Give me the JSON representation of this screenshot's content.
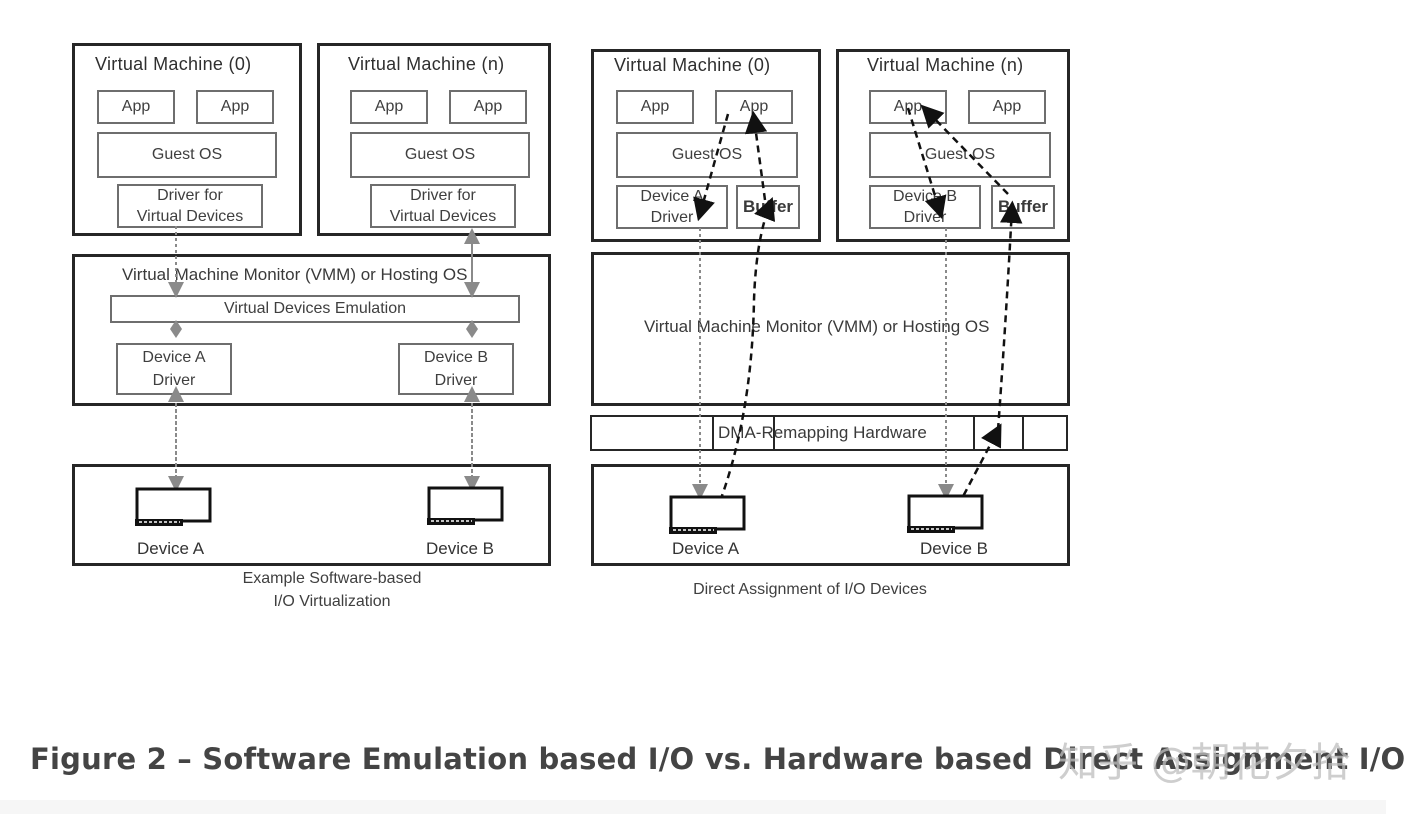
{
  "colors": {
    "border": "#262626",
    "inner_border": "#6e6e6e",
    "arrow_gray": "#8a8a8a",
    "arrow_dashed": "#111111",
    "caption_text": "#444444"
  },
  "left": {
    "vm0": {
      "title": "Virtual Machine (0)",
      "app1": "App",
      "app2": "App",
      "guest_os": "Guest OS",
      "driver": "Driver for\nVirtual Devices"
    },
    "vmn": {
      "title": "Virtual Machine (n)",
      "app1": "App",
      "app2": "App",
      "guest_os": "Guest OS",
      "driver": "Driver for\nVirtual Devices"
    },
    "vmm_title": "Virtual Machine Monitor (VMM) or Hosting OS",
    "emulation": "Virtual Devices Emulation",
    "driver_a": "Device A\nDriver",
    "driver_b": "Device B\nDriver",
    "device_a": "Device A",
    "device_b": "Device B",
    "caption": "Example Software-based\nI/O Virtualization"
  },
  "right": {
    "vm0": {
      "title": "Virtual Machine (0)",
      "app1": "App",
      "app2": "App",
      "guest_os": "Guest OS",
      "driver": "Device A\nDriver",
      "buffer": "Buffer"
    },
    "vmn": {
      "title": "Virtual Machine (n)",
      "app1": "App",
      "app2": "App",
      "guest_os": "Guest OS",
      "driver": "Device B\nDriver",
      "buffer": "Buffer"
    },
    "vmm_title": "Virtual Machine Monitor (VMM) or Hosting OS",
    "dma": "DMA-Remapping Hardware",
    "device_a": "Device A",
    "device_b": "Device B",
    "caption": "Direct Assignment of I/O Devices"
  },
  "figure_caption": "Figure 2 – Software Emulation based I/O vs. Hardware based Direct Assignment I/O",
  "watermark": "知乎 @朝花夕拾",
  "icons": {
    "device": "device-card-icon"
  }
}
